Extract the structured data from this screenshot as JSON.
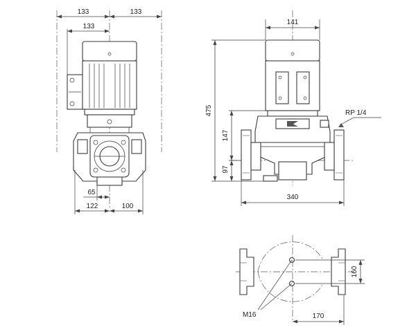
{
  "front_view": {
    "dim_top_left": "133",
    "dim_top_right": "133",
    "dim_motor_width": "133",
    "dim_flange_offset": "65",
    "dim_bottom_left": "122",
    "dim_bottom_right": "100"
  },
  "side_view": {
    "dim_motor_width": "141",
    "dim_total_height": "475",
    "dim_pump_height": "147",
    "dim_port_height": "97",
    "dim_port_to_port": "340",
    "label_vent": "RP 1/4"
  },
  "bottom_view": {
    "dim_hole_spacing": "160",
    "dim_hole_offset": "170",
    "label_bolt": "M16"
  }
}
